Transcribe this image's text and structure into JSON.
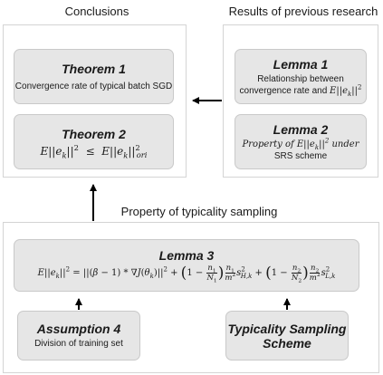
{
  "sections": {
    "conclusions": "Conclusions",
    "previous_research": "Results of previous research",
    "typicality_sampling": "Property of typicality sampling"
  },
  "theorem1": {
    "title": "Theorem 1",
    "description": "Convergence rate of typical batch SGD"
  },
  "theorem2": {
    "title": "Theorem 2",
    "formula": "E||e_k||^2 ≤ E||e_k||^2_ori"
  },
  "lemma1": {
    "title": "Lemma 1",
    "description_line1": "Relationship between",
    "description_line2": "convergence rate and E||e_k||^2"
  },
  "lemma2": {
    "title": "Lemma 2",
    "description_line1": "Property of E||e_k||^2 under",
    "description_line2": "SRS scheme"
  },
  "lemma3": {
    "title": "Lemma 3",
    "formula": "E||e_k||^2 = ||(β − 1) * ∇J(θ_k)||^2 + (1 − n_1/N_1) n_1/m^2 s^2_{H,k} + (1 − n_2/N_2) n_2/m^2 s^2_{L,k}"
  },
  "assumption4": {
    "title": "Assumption 4",
    "description": "Division of training set"
  },
  "typicality_scheme": {
    "title_line1": "Typicality Sampling",
    "title_line2": "Scheme"
  }
}
